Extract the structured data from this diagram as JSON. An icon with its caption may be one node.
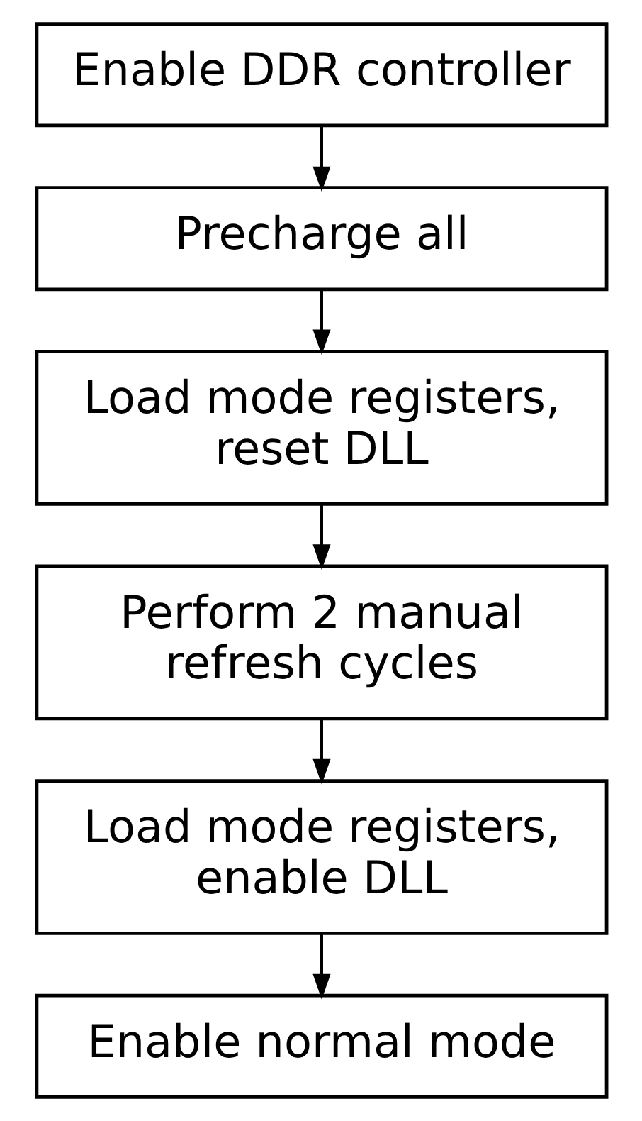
{
  "diagram": {
    "nodes": [
      {
        "text": [
          "Enable DDR controller"
        ]
      },
      {
        "text": [
          "Precharge all"
        ]
      },
      {
        "text": [
          "Load mode registers, reset DLL"
        ]
      },
      {
        "text": [
          "Perform 2 manual refresh cycles"
        ]
      },
      {
        "text": [
          "Load mode registers, enable DLL"
        ]
      },
      {
        "text": [
          "Enable normal mode"
        ]
      }
    ],
    "edges": [
      {
        "from": 0,
        "to": 1,
        "arrow": "to"
      },
      {
        "from": 1,
        "to": 2,
        "arrow": "to"
      },
      {
        "from": 2,
        "to": 3,
        "arrow": "to"
      },
      {
        "from": 3,
        "to": 4,
        "arrow": "to"
      },
      {
        "from": 4,
        "to": 5,
        "arrow": "to"
      }
    ]
  }
}
